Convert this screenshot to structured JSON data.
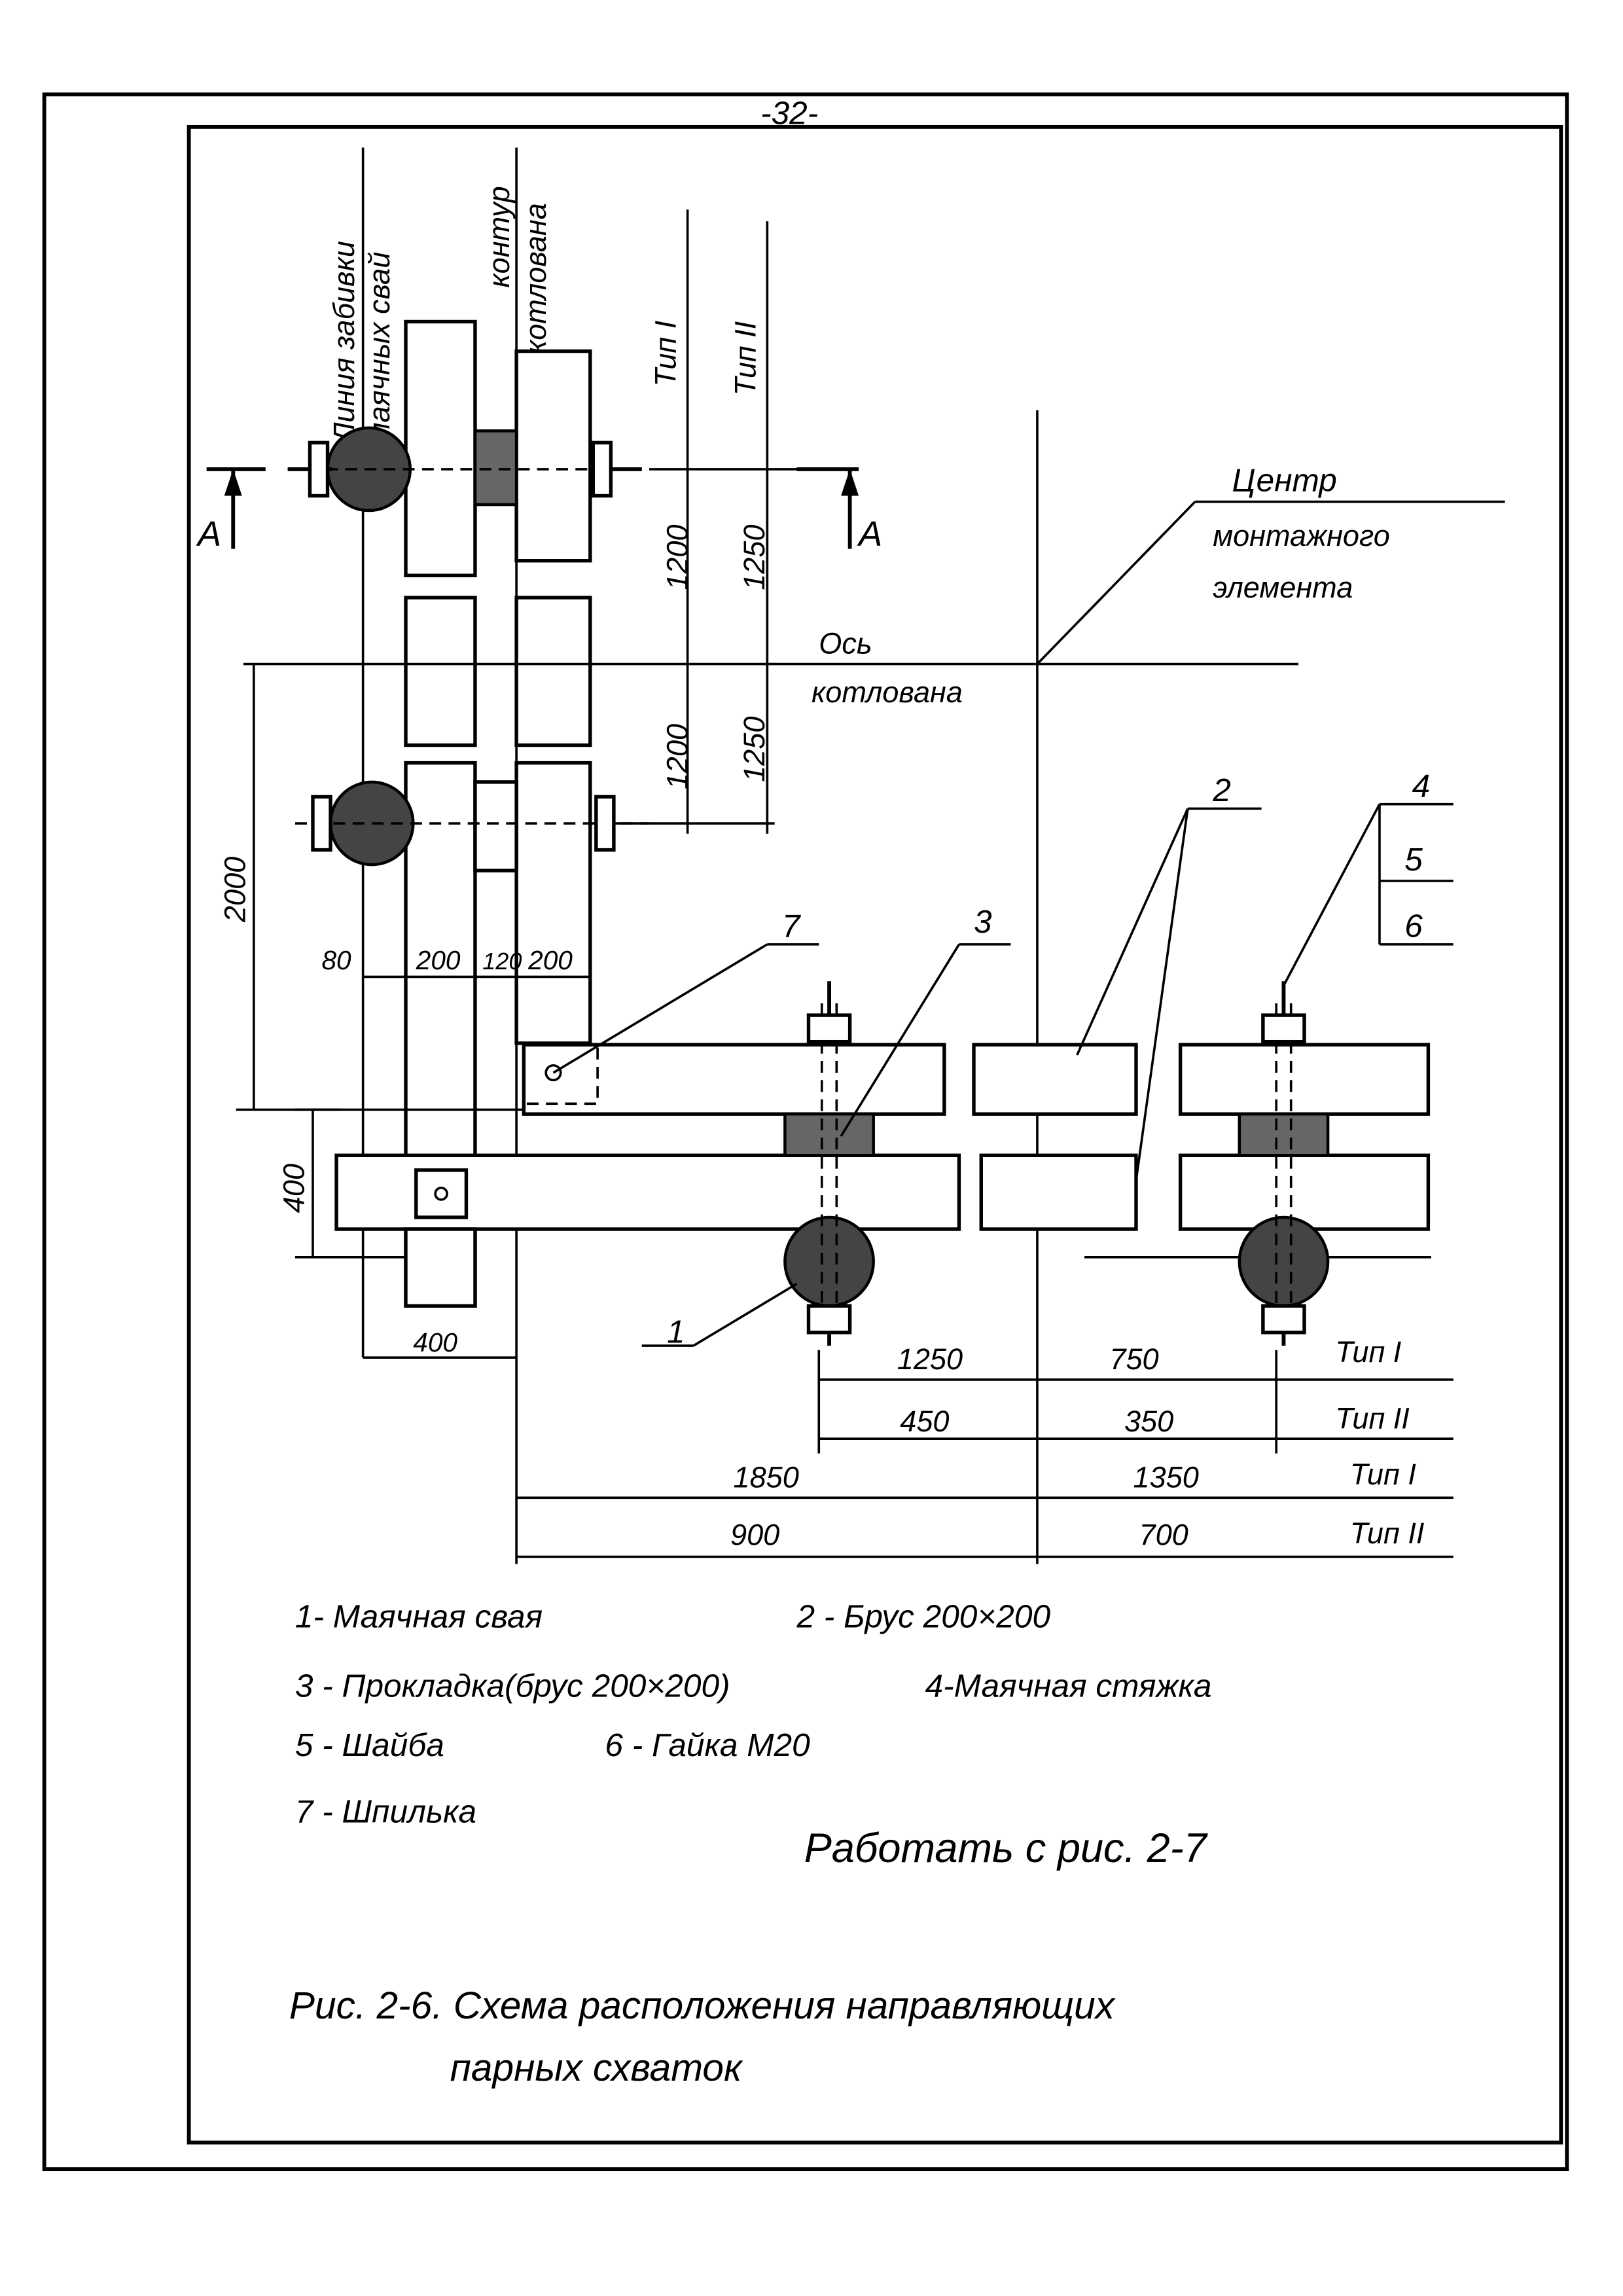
{
  "page_number": "-32-",
  "labels": {
    "line_piles_1": "Линия забивки",
    "line_piles_2": "маячных свай",
    "contour_1": "контур",
    "contour_2": "котлована",
    "type1": "Тип I",
    "type2": "Тип II",
    "center_1": "Центр",
    "center_2": "монтажного",
    "center_3": "элемента",
    "axis_1": "Ось",
    "axis_2": "котлована",
    "section_left": "A",
    "section_right": "A"
  },
  "callouts": [
    "1",
    "2",
    "3",
    "4",
    "5",
    "6",
    "7"
  ],
  "dimensions": {
    "v_1200_a": "1200",
    "v_1250_a": "1250",
    "v_1200_b": "1200",
    "v_1250_b": "1250",
    "v_2000": "2000",
    "v_400": "400",
    "h_80": "80",
    "h_200_a": "200",
    "h_120": "120",
    "h_200_b": "200",
    "h_400": "400",
    "row1": [
      "1250",
      "750",
      "Тип I"
    ],
    "row2": [
      "450",
      "350",
      "Тип II"
    ],
    "row3": [
      "1850",
      "1350",
      "Тип I"
    ],
    "row4": [
      "900",
      "700",
      "Тип II"
    ]
  },
  "legend": [
    "1- Маячная свая",
    "2 - Брус  200×200",
    "3 - Прокладка(брус 200×200)",
    "4-Маячная  стяжка",
    "5 - Шайба",
    "6 - Гайка    М20",
    "7 - Шпилька"
  ],
  "note": "Работать  с рис. 2-7",
  "caption_1": "Рис. 2-6.  Схема расположения направляющих",
  "caption_2": "парных      схваток"
}
